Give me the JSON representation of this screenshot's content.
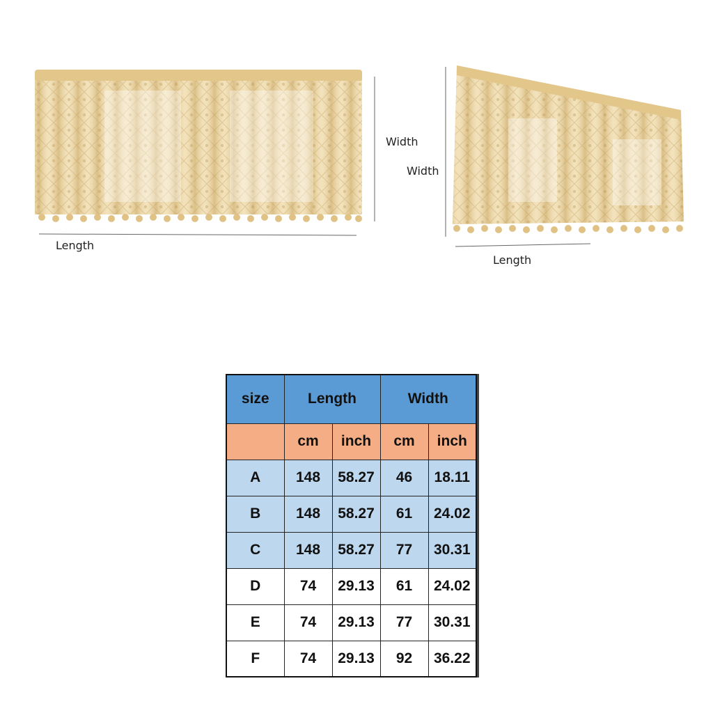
{
  "illustrations": {
    "left": {
      "width_label": "Width",
      "length_label": "Length"
    },
    "right": {
      "width_label": "Width",
      "length_label": "Length"
    }
  },
  "table": {
    "header": {
      "size": "size",
      "length": "Length",
      "width": "Width"
    },
    "units": [
      "cm",
      "inch",
      "cm",
      "inch"
    ],
    "rows": [
      {
        "size": "A",
        "length_cm": "148",
        "length_inch": "58.27",
        "width_cm": "46",
        "width_inch": "18.11"
      },
      {
        "size": "B",
        "length_cm": "148",
        "length_inch": "58.27",
        "width_cm": "61",
        "width_inch": "24.02"
      },
      {
        "size": "C",
        "length_cm": "148",
        "length_inch": "58.27",
        "width_cm": "77",
        "width_inch": "30.31"
      },
      {
        "size": "D",
        "length_cm": "74",
        "length_inch": "29.13",
        "width_cm": "61",
        "width_inch": "24.02"
      },
      {
        "size": "E",
        "length_cm": "74",
        "length_inch": "29.13",
        "width_cm": "77",
        "width_inch": "30.31"
      },
      {
        "size": "F",
        "length_cm": "74",
        "length_inch": "29.13",
        "width_cm": "92",
        "width_inch": "36.22"
      }
    ]
  },
  "colors": {
    "header_blue": "#5a9bd5",
    "unit_orange": "#f4ad84",
    "row_light_blue": "#bdd7ee",
    "curtain": "#e9cf98"
  }
}
